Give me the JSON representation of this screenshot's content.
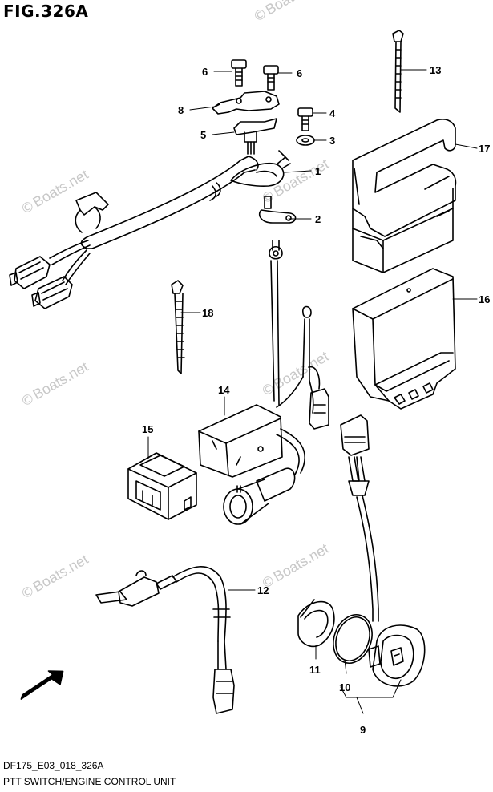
{
  "figure_title": "FIG.326A",
  "diagram_code": "DF175_E03_018_326A",
  "caption": "PTT SWITCH/ENGINE CONTROL UNIT",
  "watermark_text": "Boats.net",
  "watermark_symbol": "©",
  "fwd_label": "FWD",
  "callouts": {
    "c1": "1",
    "c2": "2",
    "c3": "3",
    "c4": "4",
    "c5": "5",
    "c6a": "6",
    "c6b": "6",
    "c8": "8",
    "c9": "9",
    "c10": "10",
    "c11": "11",
    "c12": "12",
    "c13": "13",
    "c14": "14",
    "c15": "15",
    "c16": "16",
    "c17": "17",
    "c18": "18"
  },
  "colors": {
    "line": "#000000",
    "watermark": "#c8c8c8",
    "background": "#ffffff"
  }
}
